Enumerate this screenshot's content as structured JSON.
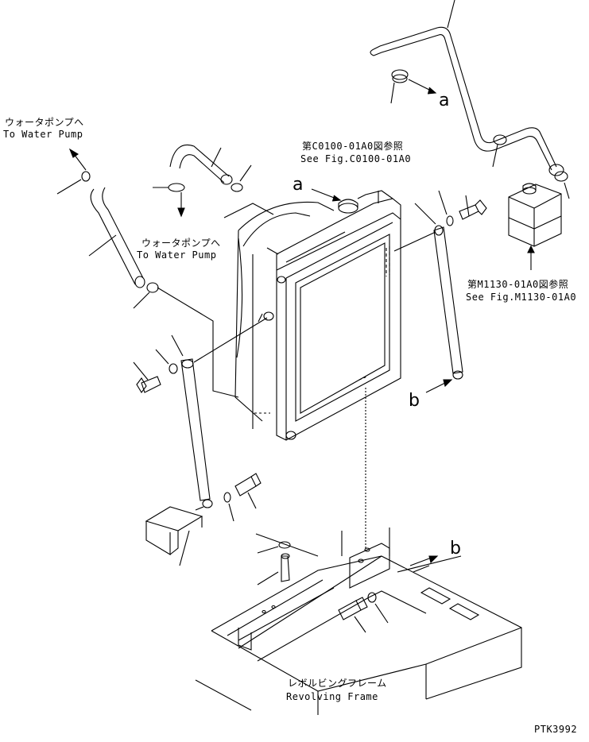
{
  "callouts": {
    "water_pump_left_jp": "ウォータポンプへ",
    "water_pump_left_en": "To Water Pump",
    "water_pump_mid_jp": "ウォータポンプへ",
    "water_pump_mid_en": "To Water Pump",
    "fig_c0100_jp": "第C0100-01A0図参照",
    "fig_c0100_en": "See Fig.C0100-01A0",
    "fig_m1130_jp": "第M1130-01A0図参照",
    "fig_m1130_en": "See Fig.M1130-01A0",
    "frame_jp": "レボルビングフレーム",
    "frame_en": "Revolving Frame",
    "ref_a_top": "a",
    "ref_a_radiator": "a",
    "ref_b_strut": "b",
    "ref_b_frame": "b",
    "drawing_code": "PTK3992"
  }
}
